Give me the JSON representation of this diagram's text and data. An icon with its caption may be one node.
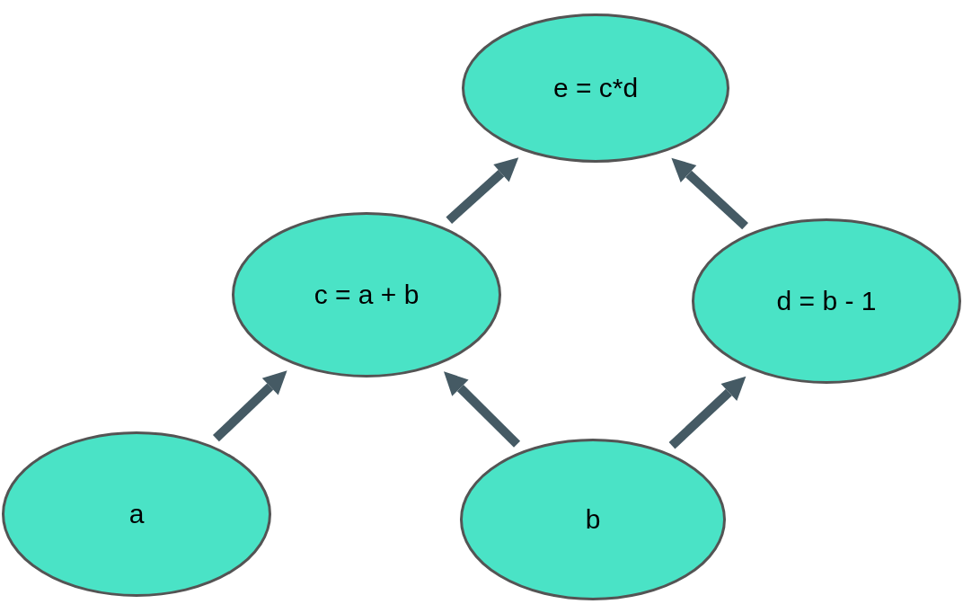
{
  "diagram": {
    "nodes": [
      {
        "text": [
          "e = c*d"
        ]
      },
      {
        "text": [
          "c = a + b"
        ]
      },
      {
        "text": [
          "d = b - 1"
        ]
      },
      {
        "text": [
          "a"
        ]
      },
      {
        "text": [
          "b"
        ]
      }
    ],
    "edges": [
      {
        "from": 3,
        "to": 1,
        "arrow": "to"
      },
      {
        "from": 1,
        "to": 0,
        "arrow": "to"
      },
      {
        "from": 4,
        "to": 1,
        "arrow": "to"
      },
      {
        "from": 4,
        "to": 2,
        "arrow": "to"
      },
      {
        "from": 2,
        "to": 0,
        "arrow": "to"
      }
    ]
  }
}
